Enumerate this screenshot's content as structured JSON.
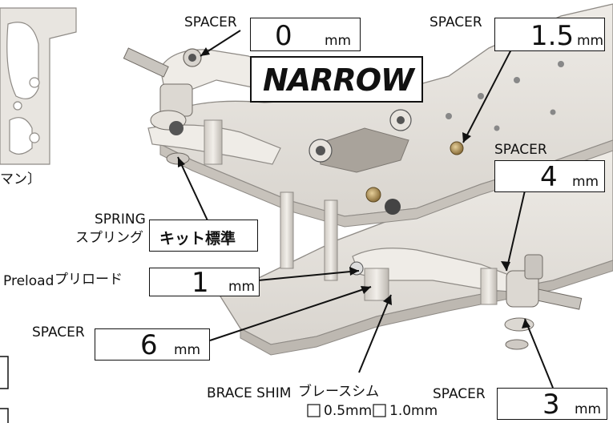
{
  "labels": {
    "spacer": "SPACER",
    "narrow": "NARROW",
    "spring_en": "SPRING",
    "spring_jp": "スプリング",
    "spring_value": "キット標準",
    "preload_en": "Preload",
    "preload_jp": "プリロード",
    "brace_en": "BRACE SHIM",
    "brace_jp": "ブレースシム",
    "shim_option_1": "0.5mm",
    "shim_option_2": "1.0mm",
    "partial_left_text": "マン〕",
    "unit": "mm"
  },
  "settings": {
    "spacer_front_top": "0",
    "spacer_right_top": "1.5",
    "spacer_right_mid": "4",
    "preload": "1",
    "spacer_left_low": "6",
    "spacer_right_low": "3"
  },
  "colors": {
    "background": "#ffffff",
    "chassis_plate": "#e6e3de",
    "chassis_edge": "#8f8b86",
    "text": "#111111"
  }
}
